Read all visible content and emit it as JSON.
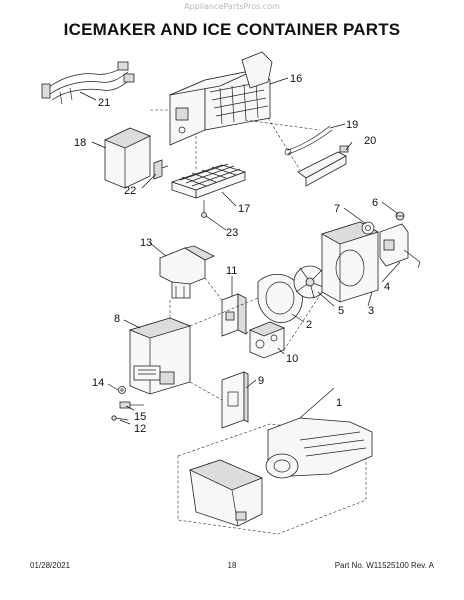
{
  "watermark": "AppliancePartsPros.com",
  "title": "ICEMAKER AND ICE CONTAINER PARTS",
  "callouts": {
    "c1": "1",
    "c2": "2",
    "c3": "3",
    "c4": "4",
    "c5": "5",
    "c6": "6",
    "c7": "7",
    "c8": "8",
    "c9": "9",
    "c10": "10",
    "c11": "11",
    "c12": "12",
    "c13": "13",
    "c14": "14",
    "c15": "15",
    "c16": "16",
    "c17": "17",
    "c18": "18",
    "c19": "19",
    "c20": "20",
    "c21": "21",
    "c22": "22",
    "c23": "23"
  },
  "footer": {
    "date": "01/28/2021",
    "page": "18",
    "part_no": "Part No. W11525100  Rev. A"
  }
}
